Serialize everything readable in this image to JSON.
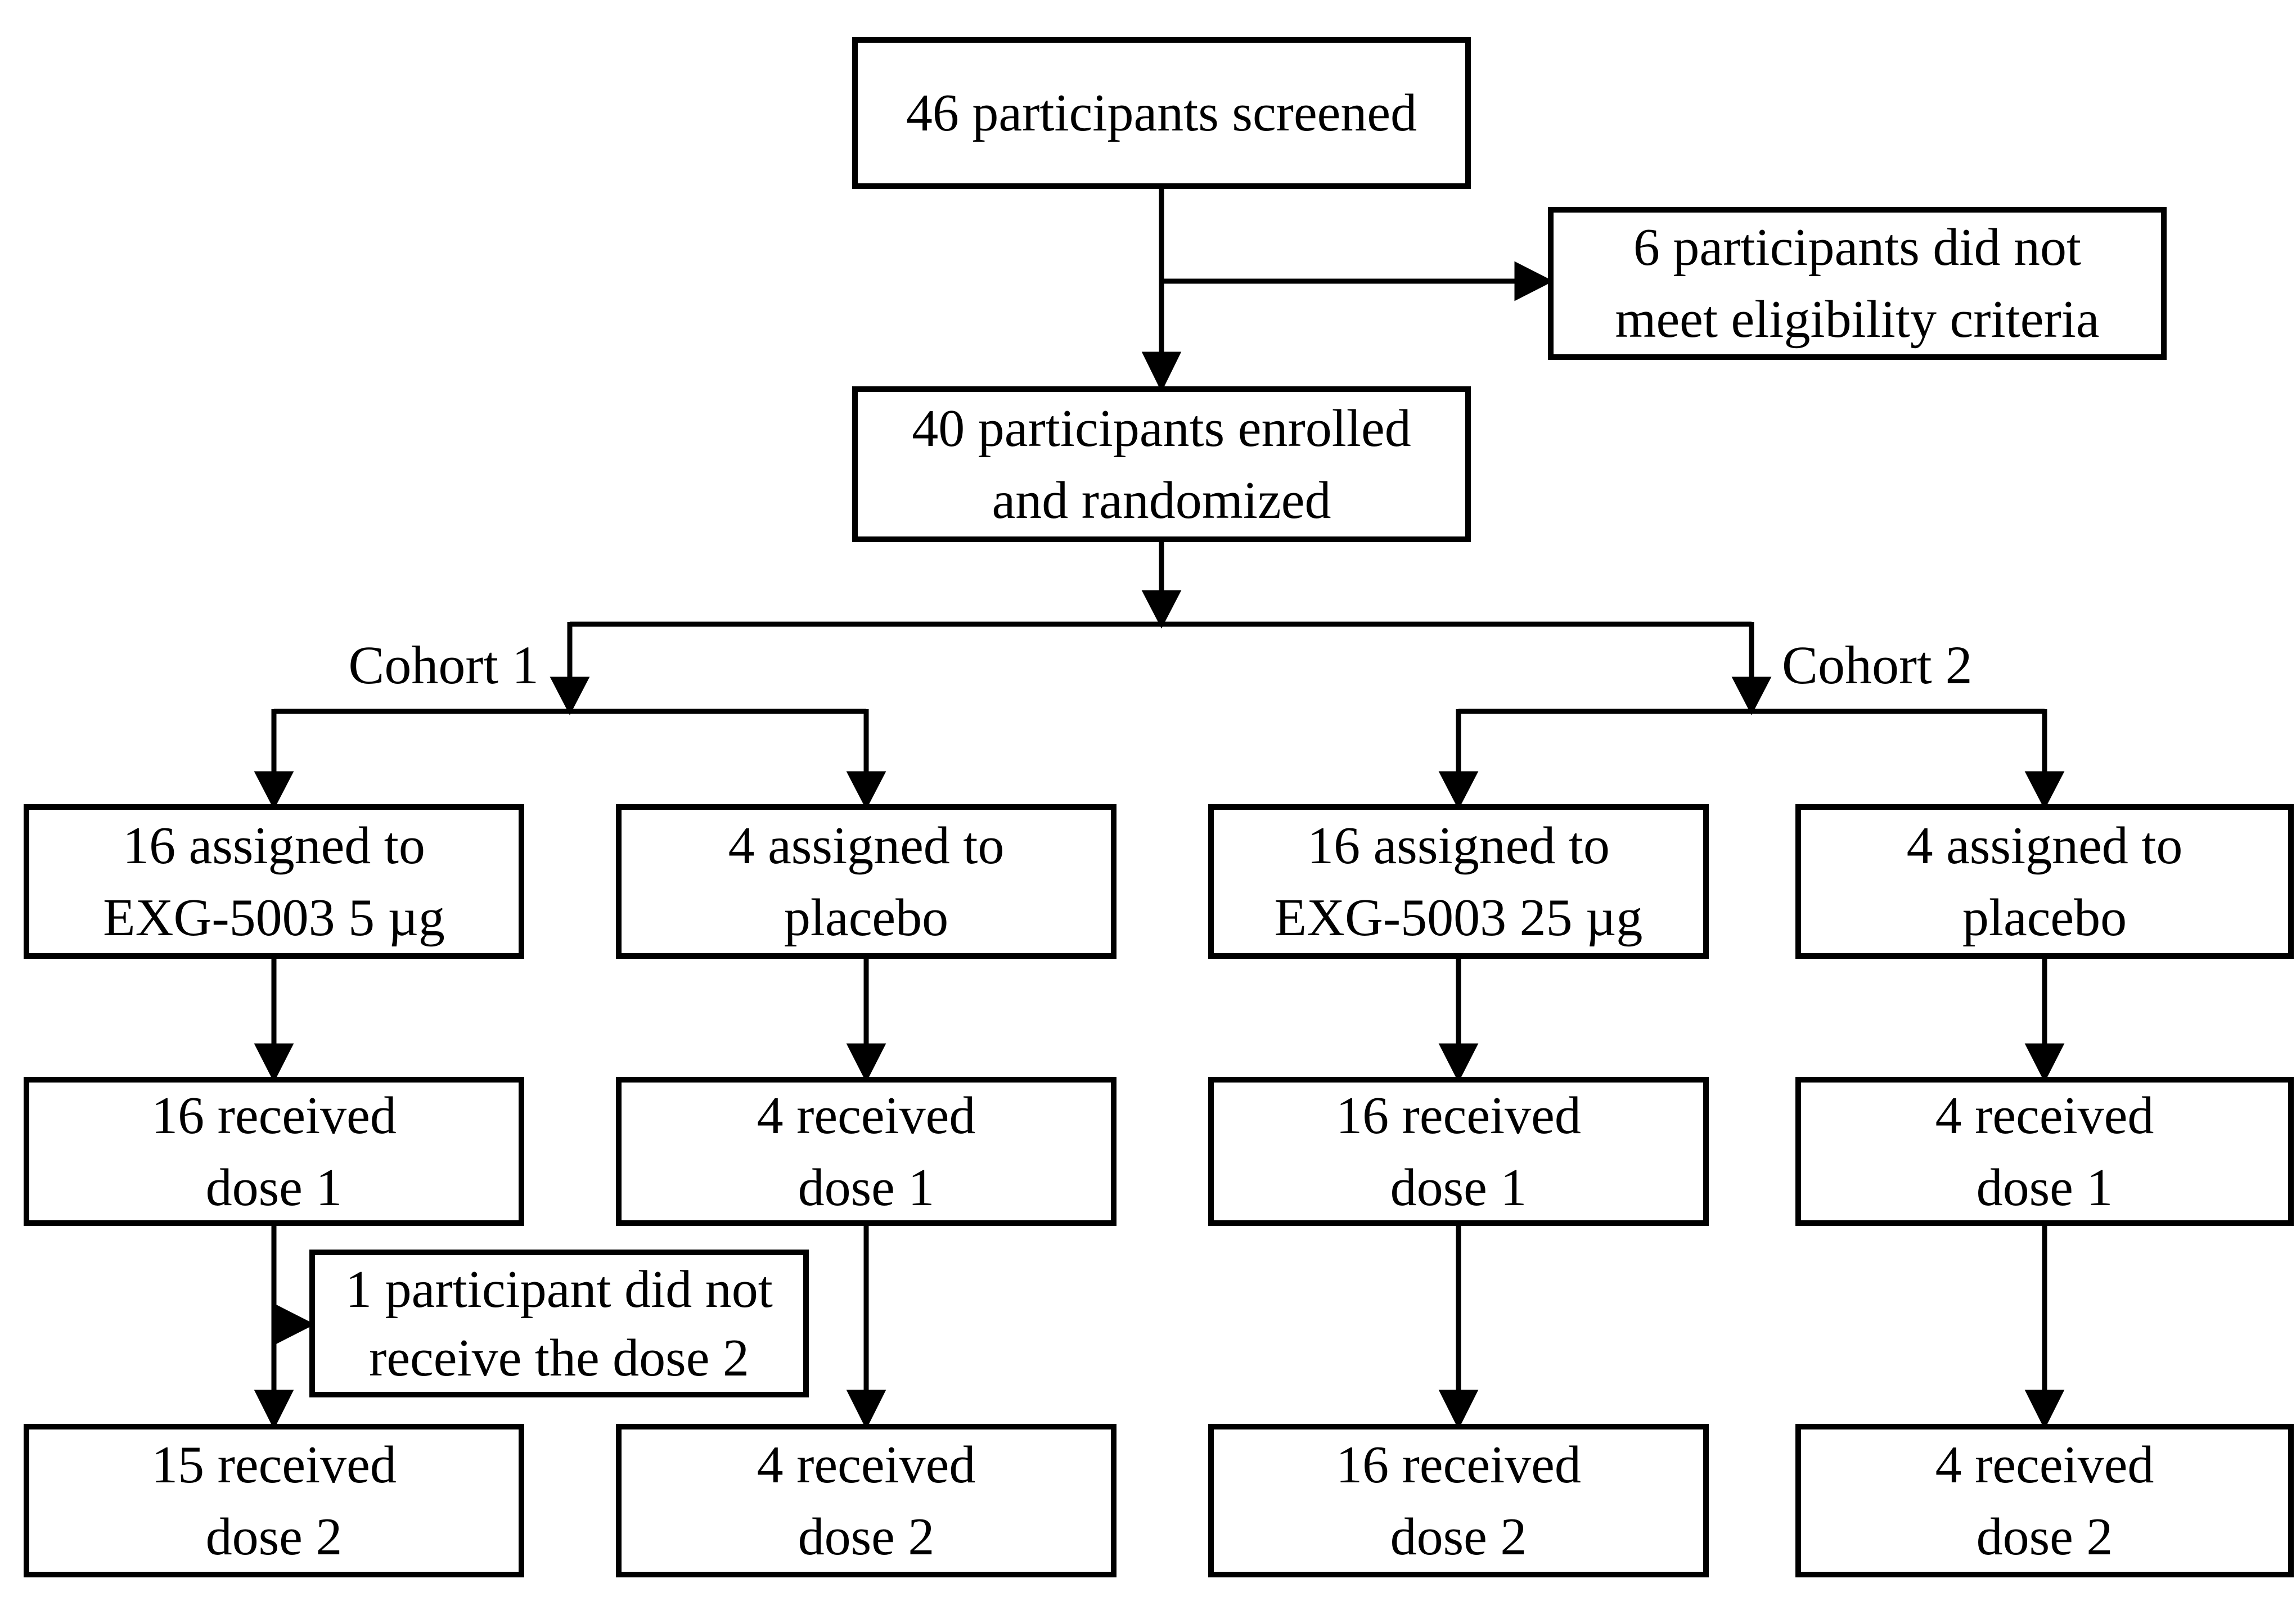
{
  "diagram": {
    "screened": {
      "lines": [
        "46 participants screened"
      ]
    },
    "not_eligible": {
      "lines": [
        "6 participants did not",
        "meet eligibility criteria"
      ]
    },
    "enrolled": {
      "lines": [
        "40 participants enrolled",
        "and randomized"
      ]
    },
    "cohort1": {
      "label": "Cohort 1",
      "exg_assigned": {
        "lines": [
          "16 assigned to",
          "EXG-5003 5 µg"
        ]
      },
      "placebo_assigned": {
        "lines": [
          "4 assigned to",
          "placebo"
        ]
      },
      "exg_dose1": {
        "lines": [
          "16 received",
          "dose 1"
        ]
      },
      "placebo_dose1": {
        "lines": [
          "4 received",
          "dose 1"
        ]
      },
      "missed_dose2": {
        "lines": [
          "1 participant did not",
          "receive the dose 2"
        ]
      },
      "exg_dose2": {
        "lines": [
          "15 received",
          "dose 2"
        ]
      },
      "placebo_dose2": {
        "lines": [
          "4 received",
          "dose 2"
        ]
      }
    },
    "cohort2": {
      "label": "Cohort 2",
      "exg_assigned": {
        "lines": [
          "16 assigned to",
          "EXG-5003 25 µg"
        ]
      },
      "placebo_assigned": {
        "lines": [
          "4 assigned to",
          "placebo"
        ]
      },
      "exg_dose1": {
        "lines": [
          "16 received",
          "dose 1"
        ]
      },
      "placebo_dose1": {
        "lines": [
          "4 received",
          "dose 1"
        ]
      },
      "exg_dose2": {
        "lines": [
          "16 received",
          "dose 2"
        ]
      },
      "placebo_dose2": {
        "lines": [
          "4 received",
          "dose 2"
        ]
      }
    },
    "colors": {
      "line": "#000000",
      "box_border": "#000000",
      "box_fill": "#ffffff",
      "background": "#ffffff",
      "text": "#000000"
    }
  }
}
